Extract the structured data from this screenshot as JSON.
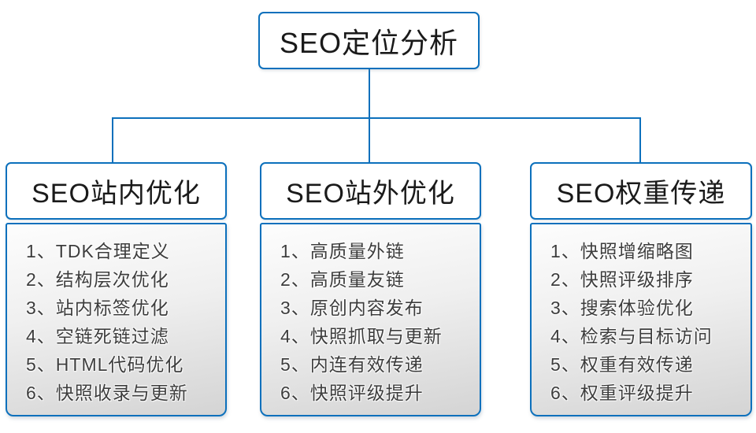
{
  "colors": {
    "accent": "#0C70BC",
    "item_text": "#3D3D3D",
    "header_text": "#1A1A1A"
  },
  "root": {
    "title": "SEO定位分析"
  },
  "columns": [
    {
      "title": "SEO站内优化",
      "items": [
        "1、TDK合理定义",
        "2、结构层次优化",
        "3、站内标签优化",
        "4、空链死链过滤",
        "5、HTML代码优化",
        "6、快照收录与更新"
      ]
    },
    {
      "title": "SEO站外优化",
      "items": [
        "1、高质量外链",
        "2、高质量友链",
        "3、原创内容发布",
        "4、快照抓取与更新",
        "5、内连有效传递",
        "6、快照评级提升"
      ]
    },
    {
      "title": "SEO权重传递",
      "items": [
        "1、快照增缩略图",
        "2、快照评级排序",
        "3、搜索体验优化",
        "4、检索与目标访问",
        "5、权重有效传递",
        "6、权重评级提升"
      ]
    }
  ]
}
